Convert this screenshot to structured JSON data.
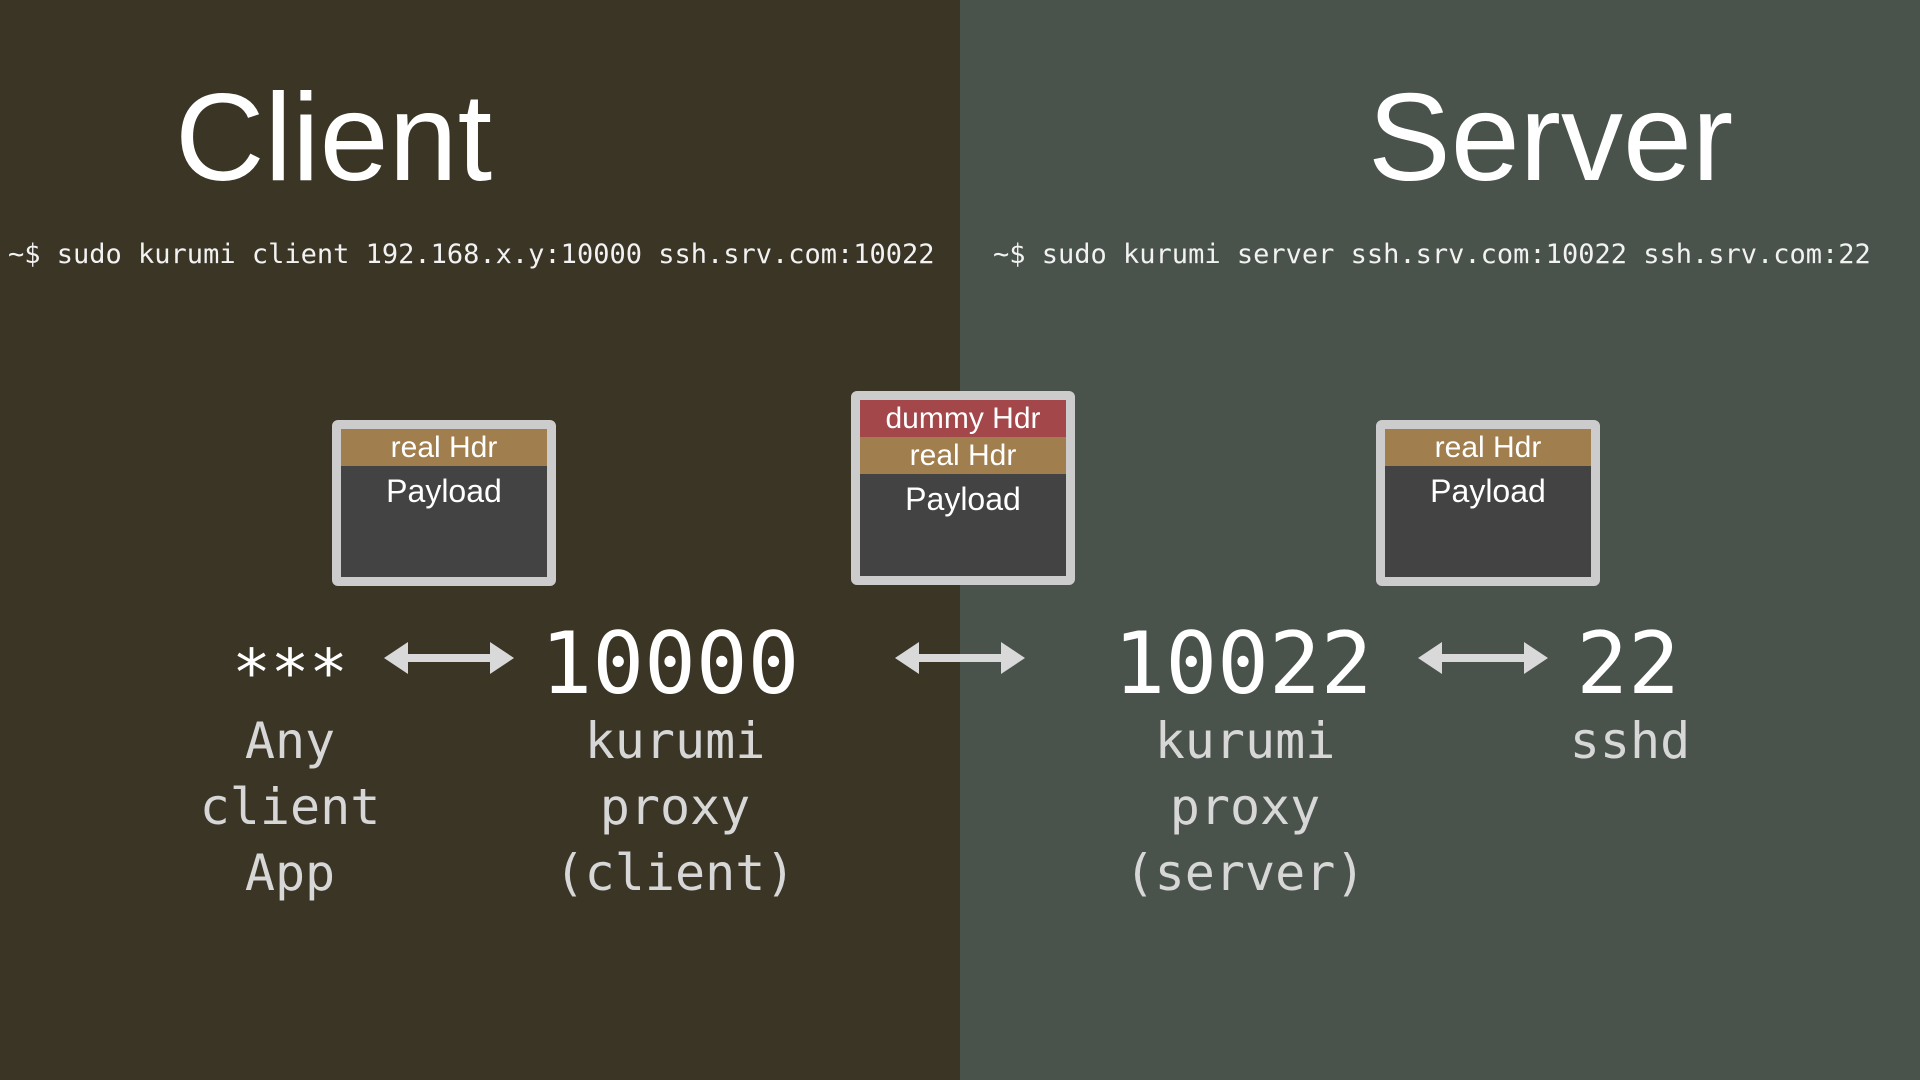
{
  "colors": {
    "client_bg": "#3b3526",
    "server_bg": "#49534c",
    "real_hdr": "#a07e4e",
    "dummy_hdr": "#a3474a",
    "packet_body": "#434343",
    "packet_border": "#cccccc"
  },
  "client": {
    "title": "Client",
    "command": "~$ sudo kurumi client 192.168.x.y:10000 ssh.srv.com:10022"
  },
  "server": {
    "title": "Server",
    "command": "~$ sudo kurumi server ssh.srv.com:10022 ssh.srv.com:22"
  },
  "packets": {
    "client": {
      "header": "real Hdr",
      "payload": "Payload"
    },
    "middle": {
      "dummy_header": "dummy Hdr",
      "header": "real Hdr",
      "payload": "Payload"
    },
    "server": {
      "header": "real Hdr",
      "payload": "Payload"
    }
  },
  "nodes": {
    "client_app": {
      "port": "***",
      "label": [
        "Any",
        "client",
        "App"
      ]
    },
    "kurumi_client": {
      "port": "10000",
      "label": [
        "kurumi",
        "proxy",
        "(client)"
      ]
    },
    "kurumi_server": {
      "port": "10022",
      "label": [
        "kurumi",
        "proxy",
        "(server)"
      ]
    },
    "sshd": {
      "port": "22",
      "label": [
        "sshd"
      ]
    }
  },
  "arrows": [
    "double-arrow-icon",
    "double-arrow-icon",
    "double-arrow-icon"
  ]
}
